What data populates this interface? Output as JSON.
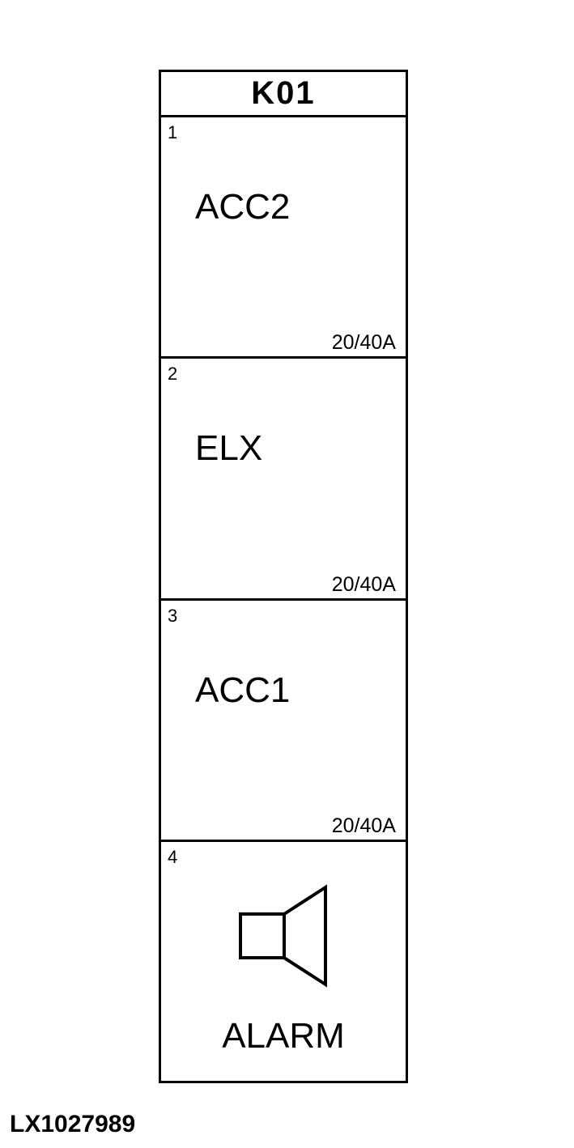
{
  "diagram": {
    "title": "K01",
    "cells": [
      {
        "number": "1",
        "label": "ACC2",
        "rating": "20/40A"
      },
      {
        "number": "2",
        "label": "ELX",
        "rating": "20/40A"
      },
      {
        "number": "3",
        "label": "ACC1",
        "rating": "20/40A"
      },
      {
        "number": "4",
        "label": "ALARM",
        "icon": "speaker-icon"
      }
    ],
    "figure_id": "LX1027989",
    "colors": {
      "line": "#000000",
      "background": "#ffffff"
    }
  }
}
